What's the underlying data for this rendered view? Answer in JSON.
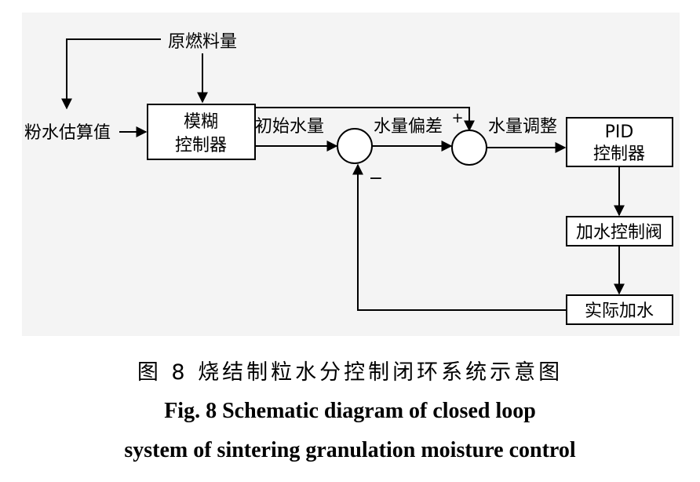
{
  "diagram": {
    "inputs": {
      "raw_fuel": "原燃料量",
      "estimated_moisture": "粉水估算值"
    },
    "blocks": {
      "fuzzy_controller": [
        "模糊",
        "控制器"
      ],
      "pid_controller": [
        "PID",
        "控制器"
      ],
      "water_valve": "加水控制阀",
      "actual_water": "实际加水"
    },
    "signals": {
      "initial_water": "初始水量",
      "water_deviation": "水量偏差",
      "water_adjust": "水量调整",
      "plus_sign": "+",
      "minus_sign": "−"
    }
  },
  "caption": {
    "cn": "图 8   烧结制粒水分控制闭环系统示意图",
    "en_line1": "Fig. 8    Schematic diagram of closed loop",
    "en_line2": "system of sintering granulation moisture control"
  }
}
